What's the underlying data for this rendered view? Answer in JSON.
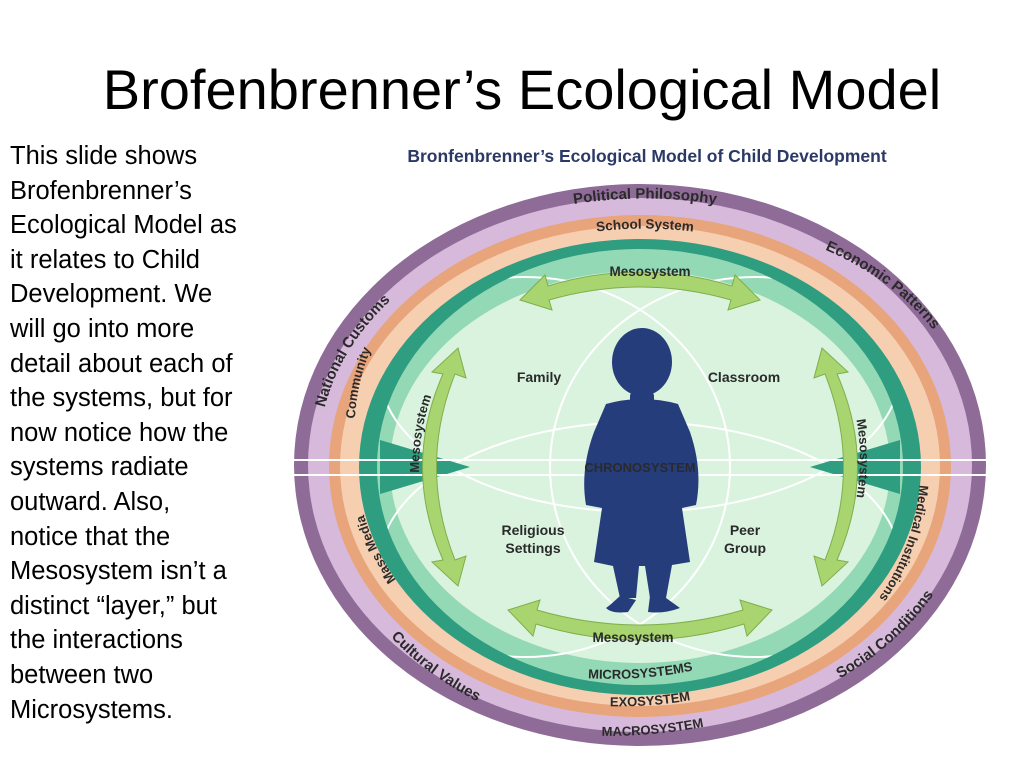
{
  "slide": {
    "title": "Brofenbrenner’s Ecological Model",
    "body_lines": [
      "This slide shows",
      "Brofenbrenner’s",
      "Ecological Model as",
      "it relates to Child",
      "Development. We",
      "will go into more",
      "detail about each of",
      "the systems, but for",
      "now notice how the",
      "systems radiate",
      "outward. Also,",
      "notice that the",
      "Mesosystem isn’t a",
      "distinct “layer,” but",
      "the interactions",
      "between two",
      "Microsystems."
    ]
  },
  "diagram": {
    "title": "Bronfenbrenner’s Ecological Model of Child Development",
    "colors": {
      "macro_ring": "#8f6b98",
      "macro_inner": "#d7b9db",
      "exo_ring": "#e8a47a",
      "exo_inner": "#f6ceb0",
      "micro_ring": "#2f9d80",
      "micro_band": "#93d9b6",
      "center_field": "#d9f3de",
      "arrow": "#a8d56f",
      "arrow_stroke": "#7fae4a",
      "child": "#263d7c",
      "title_text": "#2a3966",
      "label_text": "#2a2a2a"
    },
    "macro_labels": {
      "top": "Political Philosophy",
      "upper_right": "Economic Patterns",
      "lower_right": "Social Conditions",
      "lower_left": "Cultural Values",
      "upper_left": "National Customs"
    },
    "exo_labels": {
      "top": "School System",
      "right": "Medical Institutions",
      "left_upper": "Community",
      "left_lower": "Mass Media"
    },
    "meso_labels": {
      "top": "Mesosystem",
      "bottom": "Mesosystem",
      "left": "Mesosystem",
      "right": "Mesosystem"
    },
    "micro_labels": {
      "top_left": "Family",
      "top_right": "Classroom",
      "bottom_left_1": "Religious",
      "bottom_left_2": "Settings",
      "bottom_right_1": "Peer",
      "bottom_right_2": "Group"
    },
    "system_labels": {
      "chrono": "CHRONOSYSTEM",
      "micro": "MICROSYSTEMS",
      "exo": "EXOSYSTEM",
      "macro": "MACROSYSTEM"
    },
    "icons": {
      "child": "child-silhouette-icon",
      "arrows": "double-headed-arrow-icon"
    }
  }
}
